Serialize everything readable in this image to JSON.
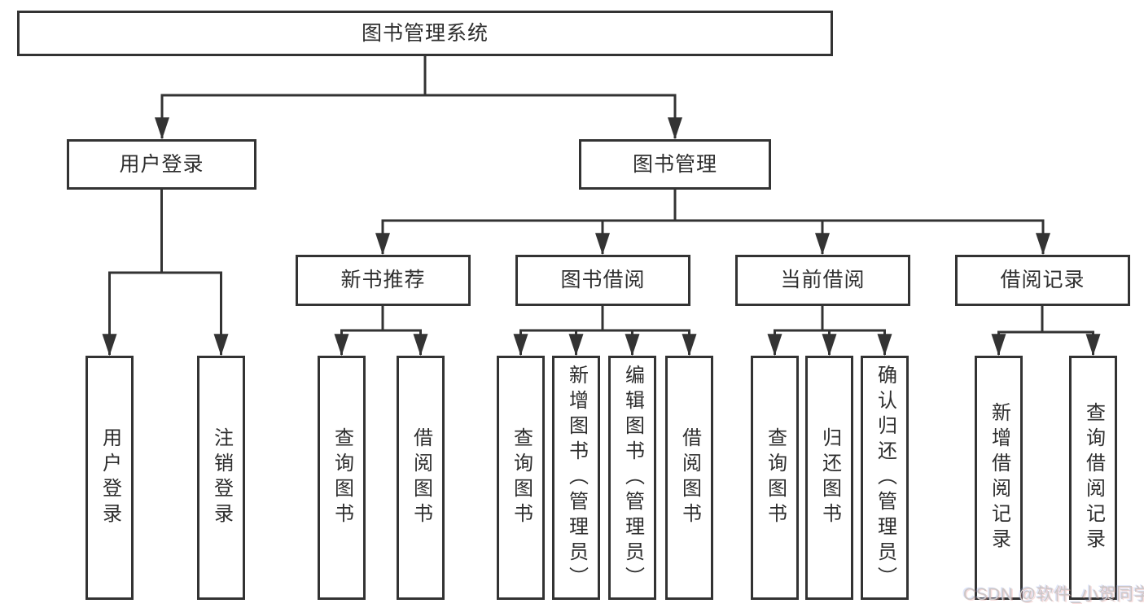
{
  "diagram": {
    "root": {
      "label": "图书管理系统"
    },
    "level2": [
      {
        "label": "用户登录"
      },
      {
        "label": "图书管理"
      }
    ],
    "level3": [
      {
        "label": "新书推荐",
        "parent": "图书管理"
      },
      {
        "label": "图书借阅",
        "parent": "图书管理"
      },
      {
        "label": "当前借阅",
        "parent": "图书管理"
      },
      {
        "label": "借阅记录",
        "parent": "图书管理"
      }
    ],
    "level4": [
      {
        "label": "用户登录",
        "parent": "用户登录"
      },
      {
        "label": "注销登录",
        "parent": "用户登录"
      },
      {
        "label": "查询图书",
        "parent": "新书推荐"
      },
      {
        "label": "借阅图书",
        "parent": "新书推荐"
      },
      {
        "label": "查询图书",
        "parent": "图书借阅"
      },
      {
        "label": "新增图书（管理员）",
        "parent": "图书借阅"
      },
      {
        "label": "编辑图书（管理员）",
        "parent": "图书借阅"
      },
      {
        "label": "借阅图书",
        "parent": "图书借阅"
      },
      {
        "label": "查询图书",
        "parent": "当前借阅"
      },
      {
        "label": "归还图书",
        "parent": "当前借阅"
      },
      {
        "label": "确认归还（管理员）",
        "parent": "当前借阅"
      },
      {
        "label": "新增借阅记录",
        "parent": "借阅记录"
      },
      {
        "label": "查询借阅记录",
        "parent": "借阅记录"
      }
    ]
  },
  "watermark": {
    "text": "CSDN @软件_小贺同学"
  },
  "colors": {
    "line": "#333333",
    "text": "#2e2e2e",
    "background": "#ffffff",
    "watermark": "#cbc6c6"
  }
}
